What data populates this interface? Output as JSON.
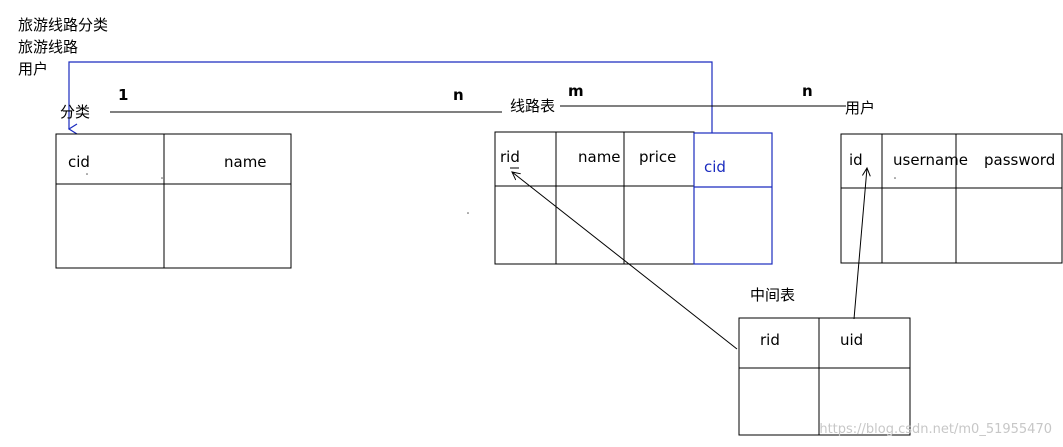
{
  "headings": {
    "line1": "旅游线路分类",
    "line2": "旅游线路",
    "line3": "用户"
  },
  "labels": {
    "category": "分类",
    "route": "线路表",
    "user": "用户",
    "middle": "中间表"
  },
  "cardinality": {
    "one": "1",
    "n_left": "n",
    "m": "m",
    "n_right": "n"
  },
  "tables": {
    "category": {
      "columns": [
        "cid",
        "name"
      ]
    },
    "route": {
      "columns": [
        "rid",
        "name",
        "price",
        "cid"
      ]
    },
    "user": {
      "columns": [
        "id",
        "username",
        "password"
      ]
    },
    "middle": {
      "columns": [
        "rid",
        "uid"
      ]
    }
  },
  "watermark": "https://blog.csdn.net/m0_51955470",
  "colors": {
    "line": "#000000",
    "foreign_key": "#1a2bbf",
    "cardinality": "#d23a1e",
    "watermark": "#c7c7c7"
  }
}
